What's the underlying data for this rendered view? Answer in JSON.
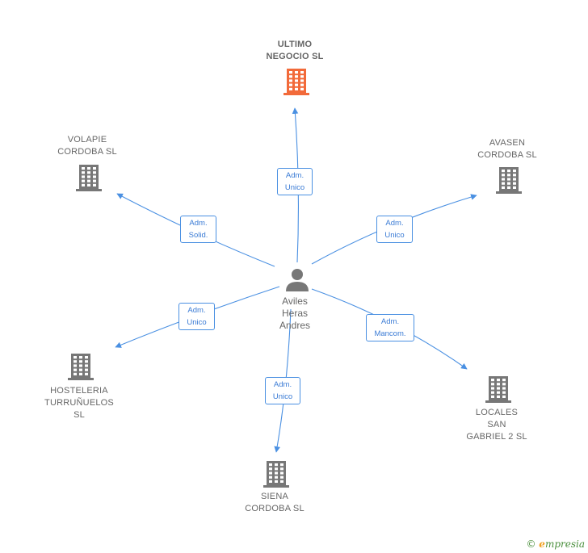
{
  "colors": {
    "edge": "#4a90e2",
    "building_grey": "#777777",
    "building_main": "#f26a3a",
    "person": "#777777"
  },
  "center": {
    "name": "Aviles\nHeras\nAndres",
    "icon": "person-icon"
  },
  "nodes": [
    {
      "id": "ultimo",
      "label": "ULTIMO\nNEGOCIO  SL",
      "main": true,
      "icon": "building-icon"
    },
    {
      "id": "volapie",
      "label": "VOLAPIE\nCORDOBA SL",
      "icon": "building-icon"
    },
    {
      "id": "avasen",
      "label": "AVASEN\nCORDOBA SL",
      "icon": "building-icon"
    },
    {
      "id": "hosteleria",
      "label": "HOSTELERIA\nTURRUÑUELOS\nSL",
      "icon": "building-icon"
    },
    {
      "id": "locales",
      "label": "LOCALES\nSAN\nGABRIEL 2  SL",
      "icon": "building-icon"
    },
    {
      "id": "siena",
      "label": "SIENA\nCORDOBA  SL",
      "icon": "building-icon"
    }
  ],
  "edges": [
    {
      "to": "ultimo",
      "label": "Adm.\nUnico"
    },
    {
      "to": "volapie",
      "label": "Adm.\nSolid."
    },
    {
      "to": "avasen",
      "label": "Adm.\nUnico"
    },
    {
      "to": "hosteleria",
      "label": "Adm.\nUnico"
    },
    {
      "to": "locales",
      "label": "Adm.\nMancom."
    },
    {
      "to": "siena",
      "label": "Adm.\nUnico"
    }
  ],
  "footer": {
    "copyright": "©",
    "brand_initial": "e",
    "brand_rest": "mpresia"
  }
}
